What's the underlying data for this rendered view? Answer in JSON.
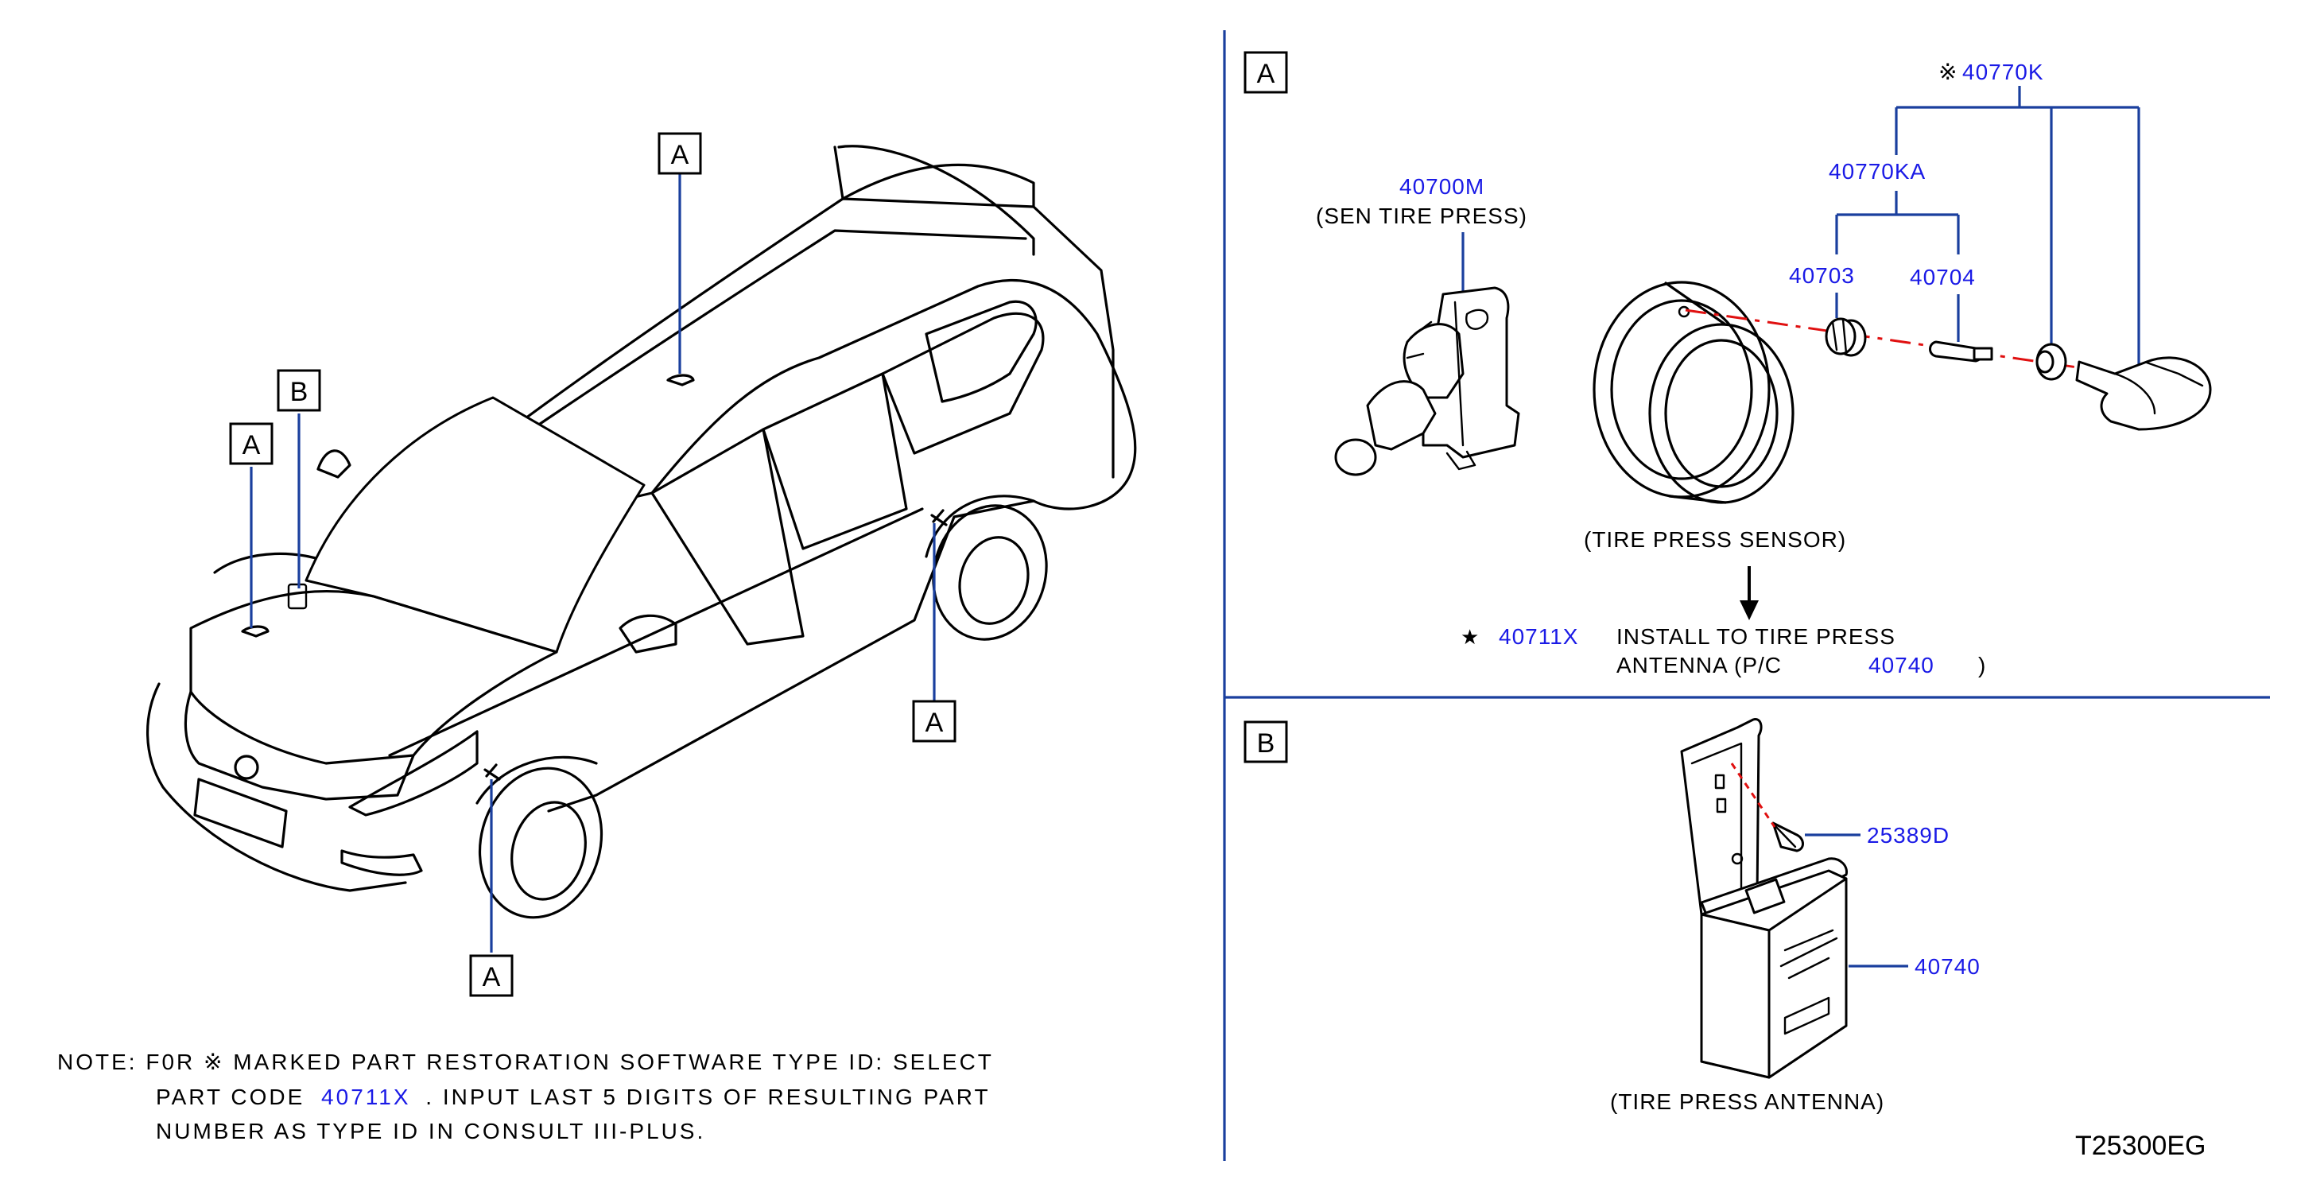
{
  "callouts": {
    "a_roof": "A",
    "b_cowl": "B",
    "a_front_left": "A",
    "a_rear_wheel": "A",
    "a_front_wheel": "A"
  },
  "panel_a": {
    "tag": "A",
    "kit_part": "40770K",
    "kit_mark": "※",
    "sub_kit_part": "40770KA",
    "nut_part": "40703",
    "valve_part": "40704",
    "sensor_part": "40700M",
    "sensor_name": "(SEN   TIRE   PRESS)",
    "assembly_caption": "(TIRE   PRESS   SENSOR)",
    "star_mark": "★",
    "install_part": "40711X",
    "install_line1": "INSTALL   TO   TIRE   PRESS",
    "install_line2_a": "ANTENNA   (P/C",
    "install_line2_part": "40740",
    "install_line2_b": ")"
  },
  "panel_b": {
    "tag": "B",
    "screw_part": "25389D",
    "antenna_part": "40740",
    "antenna_caption": "(TIRE   PRESS   ANTENNA)"
  },
  "note": {
    "line1": "NOTE:  F0R ※   MARKED  PART  RESTORATION  SOFTWARE  TYPE  ID:  SELECT",
    "line2_a": "PART  CODE",
    "line2_part": "40711X",
    "line2_b": ".  INPUT  LAST  5  DIGITS  OF  RESULTING  PART",
    "line3": "NUMBER  AS  TYPE  ID  IN  CONSULT  III-PLUS."
  },
  "drawing_code": "T25300EG",
  "colors": {
    "part_number": "#1a1ae6",
    "leader_line": "#1a3f9e",
    "assembly_line": "#e01010",
    "linework": "#000000"
  }
}
